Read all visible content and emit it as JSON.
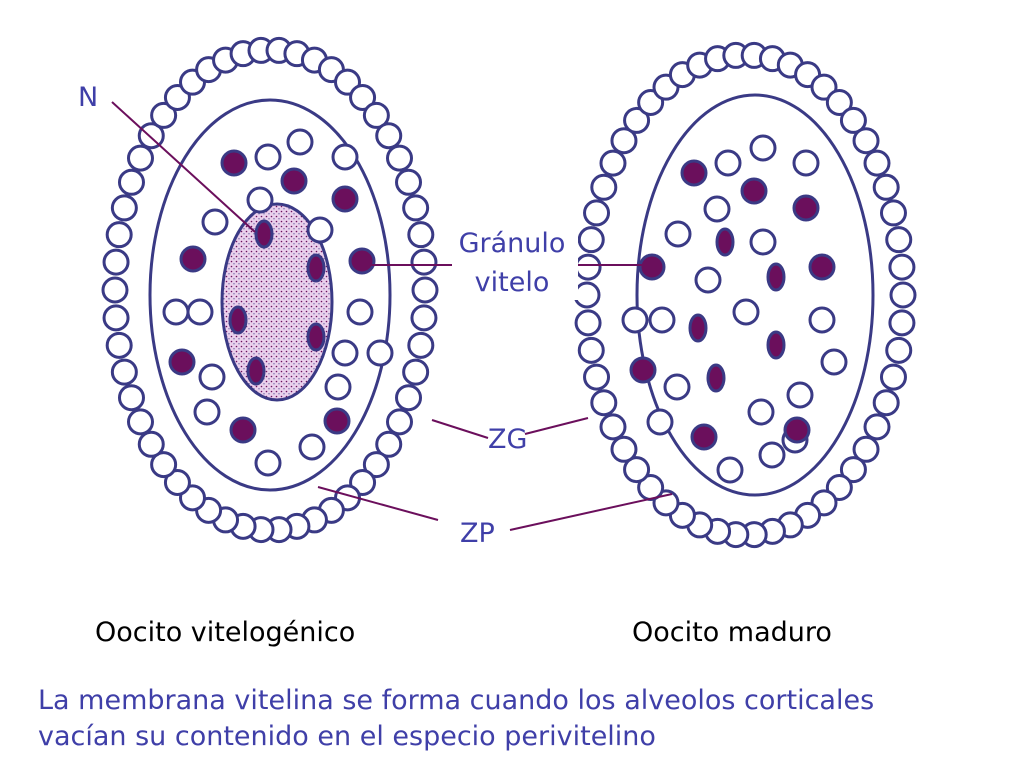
{
  "labels": {
    "n": "N",
    "granulo_line1": "Gránulo",
    "granulo_line2": "vitelo",
    "zg": "ZG",
    "zp": "ZP"
  },
  "captions": {
    "left": "Oocito vitelogénico",
    "right": "Oocito maduro"
  },
  "footer": {
    "line1": "La membrana vitelina se forma cuando los alveolos corticales",
    "line2": "vacían su contenido en el especio perivitelino"
  },
  "colors": {
    "outline": "#3a3a85",
    "label_text": "#3f3fa8",
    "yolk_granule": "#6b0f5c",
    "leader_line": "#6b0f5c",
    "nucleus_fill": "#e8c8ea",
    "caption_text": "#000000",
    "background": "#ffffff"
  }
}
